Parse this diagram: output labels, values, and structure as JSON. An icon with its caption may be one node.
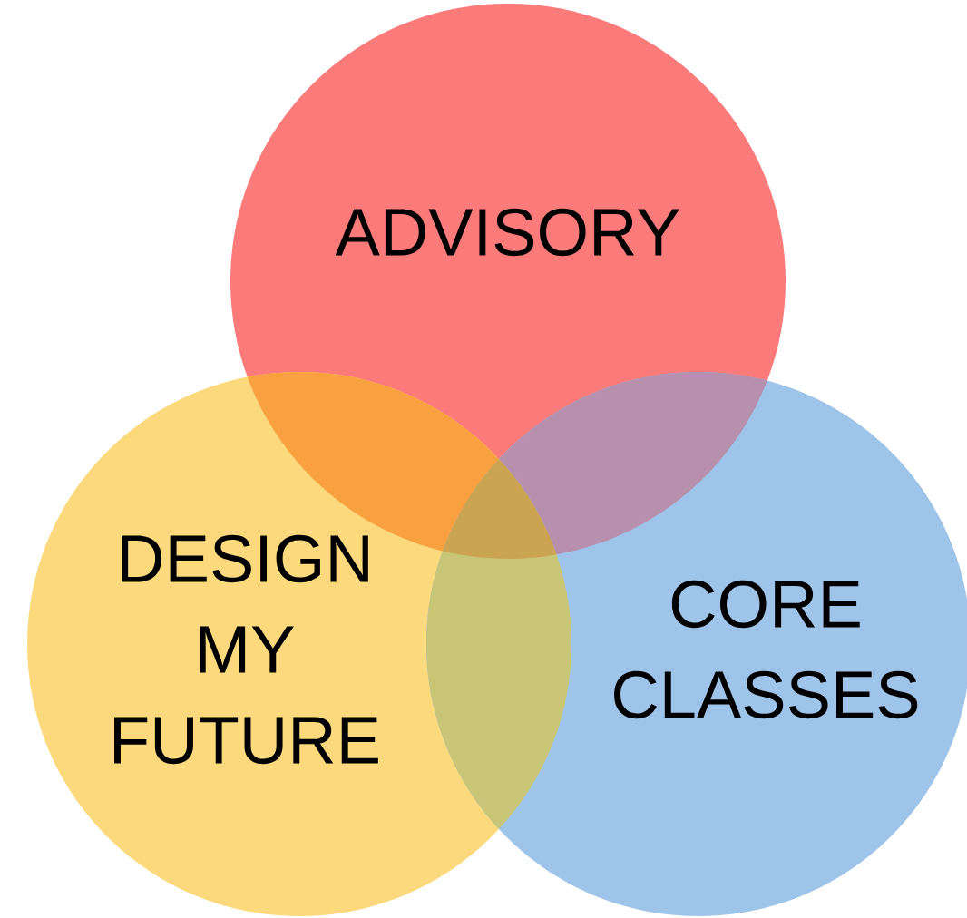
{
  "diagram": {
    "nodes": [
      {
        "text": [
          "ADVISORY"
        ]
      },
      {
        "text": [
          "DESIGN MY FUTURE"
        ]
      },
      {
        "text": [
          "CORE CLASSES"
        ]
      }
    ]
  }
}
